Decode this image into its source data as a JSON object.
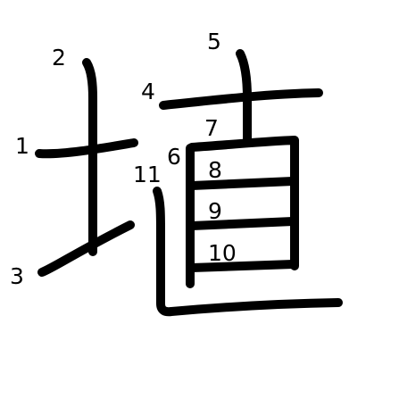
{
  "character": "埴",
  "stroke_color": "#000000",
  "background_color": "#ffffff",
  "labels": {
    "s1": "1",
    "s2": "2",
    "s3": "3",
    "s4": "4",
    "s5": "5",
    "s6": "6",
    "s7": "7",
    "s8": "8",
    "s9": "9",
    "s10": "10",
    "s11": "11"
  }
}
